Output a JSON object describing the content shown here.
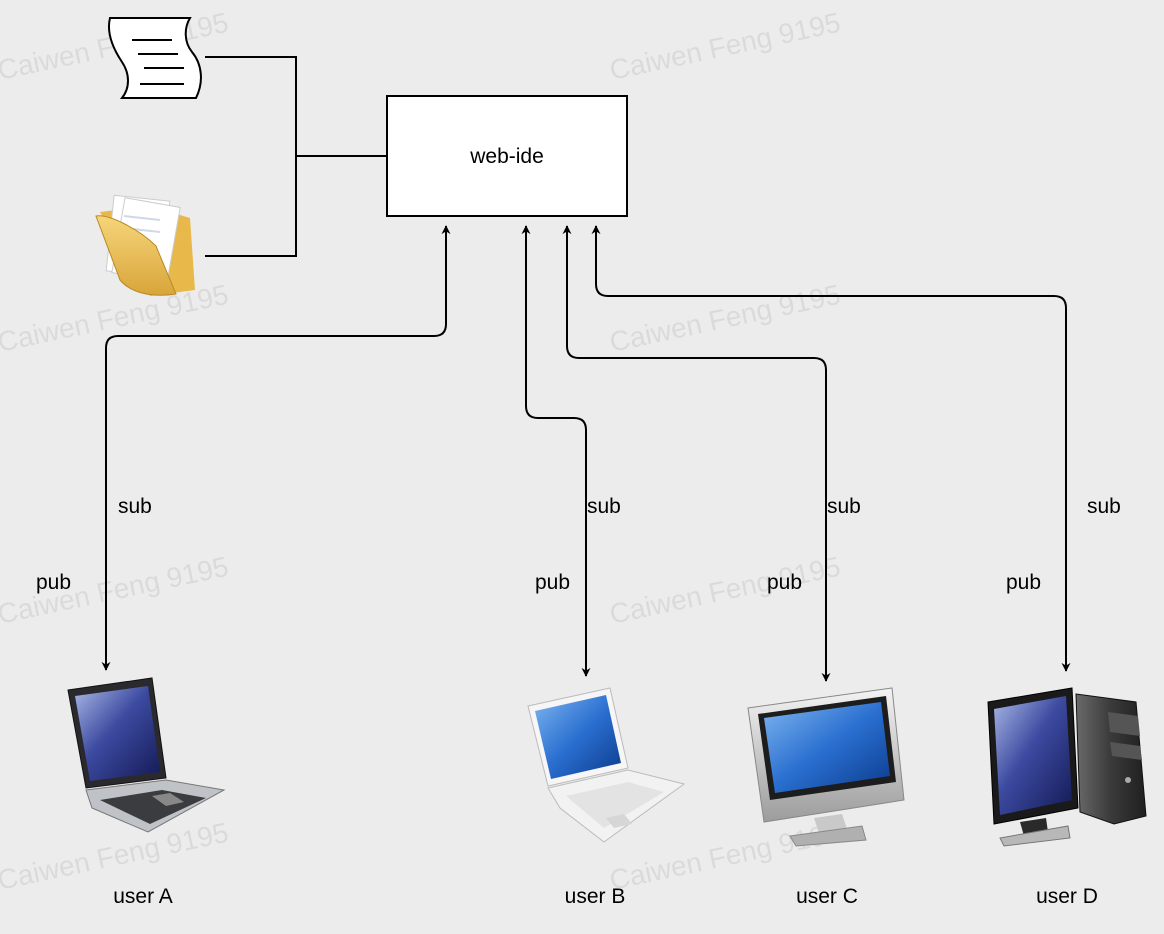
{
  "watermark": "Caiwen Feng 9195",
  "server": {
    "label": "web-ide"
  },
  "resources": [
    {
      "icon": "document-icon"
    },
    {
      "icon": "folder-icon"
    }
  ],
  "clients": [
    {
      "name": "user A",
      "device": "laptop-dark-icon",
      "sub_label": "sub",
      "pub_label": "pub"
    },
    {
      "name": "user B",
      "device": "laptop-white-icon",
      "sub_label": "sub",
      "pub_label": "pub"
    },
    {
      "name": "user C",
      "device": "imac-icon",
      "sub_label": "sub",
      "pub_label": "pub"
    },
    {
      "name": "user D",
      "device": "desktop-tower-icon",
      "sub_label": "sub",
      "pub_label": "pub"
    }
  ]
}
